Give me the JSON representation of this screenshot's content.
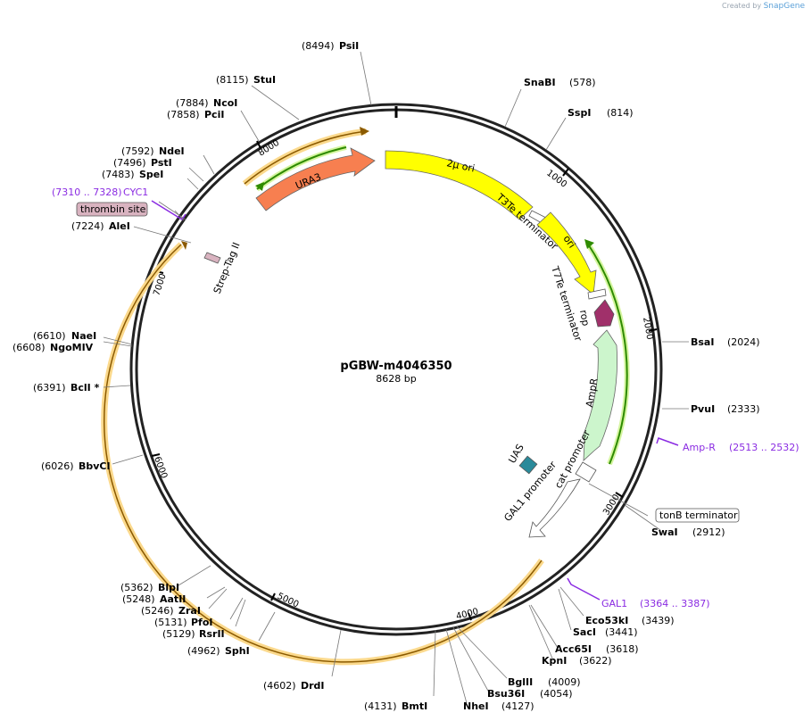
{
  "credit": {
    "created_by": "Created by",
    "brand": "SnapGene"
  },
  "plasmid": {
    "name": "pGBW-m4046350",
    "size": "8628 bp"
  },
  "ticks": [
    "1000",
    "2000",
    "3000",
    "4000",
    "5000",
    "6000",
    "7000",
    "8000"
  ],
  "sites": [
    {
      "name": "PsiI",
      "pos": "(8494)"
    },
    {
      "name": "SnaBI",
      "pos": "(578)"
    },
    {
      "name": "SspI",
      "pos": "(814)"
    },
    {
      "name": "StuI",
      "pos": "(8115)"
    },
    {
      "name": "NcoI",
      "pos": "(7884)"
    },
    {
      "name": "PciI",
      "pos": "(7858)"
    },
    {
      "name": "NdeI",
      "pos": "(7592)"
    },
    {
      "name": "PstI",
      "pos": "(7496)"
    },
    {
      "name": "SpeI",
      "pos": "(7483)"
    },
    {
      "name": "AleI",
      "pos": "(7224)"
    },
    {
      "name": "NaeI",
      "pos": "(6610)"
    },
    {
      "name": "NgoMIV",
      "pos": "(6608)"
    },
    {
      "name": "BclI *",
      "pos": "(6391)"
    },
    {
      "name": "BbvCI",
      "pos": "(6026)"
    },
    {
      "name": "BsaI",
      "pos": "(2024)"
    },
    {
      "name": "PvuI",
      "pos": "(2333)"
    },
    {
      "name": "SwaI",
      "pos": "(2912)"
    },
    {
      "name": "Eco53kI",
      "pos": "(3439)"
    },
    {
      "name": "SacI",
      "pos": "(3441)"
    },
    {
      "name": "Acc65I",
      "pos": "(3618)"
    },
    {
      "name": "KpnI",
      "pos": "(3622)"
    },
    {
      "name": "BglII",
      "pos": "(4009)"
    },
    {
      "name": "Bsu36I",
      "pos": "(4054)"
    },
    {
      "name": "NheI",
      "pos": "(4127)"
    },
    {
      "name": "BmtI",
      "pos": "(4131)"
    },
    {
      "name": "DrdI",
      "pos": "(4602)"
    },
    {
      "name": "SphI",
      "pos": "(4962)"
    },
    {
      "name": "RsrII",
      "pos": "(5129)"
    },
    {
      "name": "PfoI",
      "pos": "(5131)"
    },
    {
      "name": "ZraI",
      "pos": "(5246)"
    },
    {
      "name": "AatII",
      "pos": "(5248)"
    },
    {
      "name": "BlpI",
      "pos": "(5362)"
    }
  ],
  "primers": [
    {
      "name": "CYC1",
      "range": "(7310 .. 7328)"
    },
    {
      "name": "Amp-R",
      "range": "(2513 .. 2532)"
    },
    {
      "name": "GAL1",
      "range": "(3364 .. 3387)"
    }
  ],
  "boxed_features": [
    "thrombin site",
    "tonB terminator"
  ],
  "features": [
    "2μ ori",
    "URA3",
    "T3Te terminator",
    "ori",
    "T7Te terminator",
    "rop",
    "AmpR",
    "cat promoter",
    "GAL1 promoter",
    "UAS",
    "Strep-Tag II"
  ],
  "colors": {
    "yellow": "#ffff00",
    "orange": "#f77f50",
    "green_light": "#ccf5cc",
    "maroon": "#a0306a",
    "teal": "#2a8a9a",
    "primer": "#8a2be2",
    "thrombin": "#d9b3c0",
    "orf_glow": "#fbd98c",
    "orf_arrow": "#2e8b00"
  }
}
